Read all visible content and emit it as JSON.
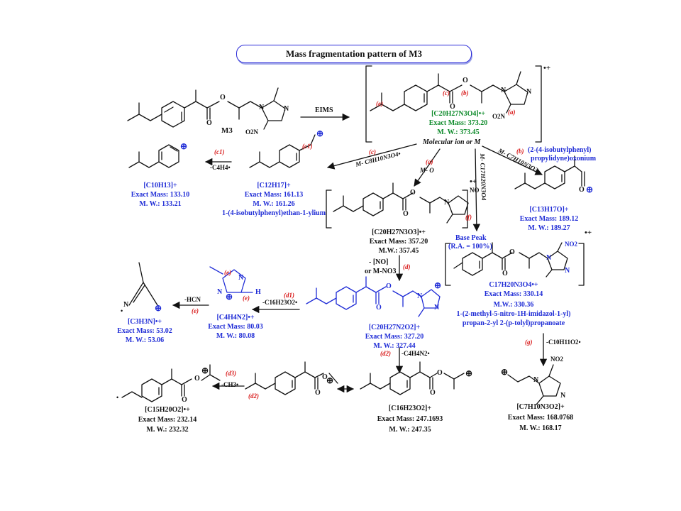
{
  "title": "Mass fragmentation pattern of M3",
  "parent": {
    "label": "M3",
    "method": "EIMS"
  },
  "molecular_ion": {
    "formula": "[C20H27N3O4]•+",
    "exact_mass": "Exact Mass: 373.20",
    "mw": "M. W.: 373.45",
    "caption": "Molecular ion or M",
    "charge": "•+",
    "sites": [
      "(e)",
      "(c)",
      "(b)",
      "(a)",
      "(c)"
    ]
  },
  "losses": {
    "c": "M- C8H10N3O4•",
    "a": "M- O",
    "f": "M- C17H20N3O4",
    "b": "M- C7H10N3O3"
  },
  "frag_c1": {
    "formula": "[C12H17]+",
    "exact_mass": "Exact Mass: 161.13",
    "mw": "M. W.: 161.26",
    "name": "1-(4-isobutylphenyl)ethan-1-ylium",
    "site": "(c1)"
  },
  "step_c1": {
    "site": "(c1)",
    "loss": "-C4H4•"
  },
  "frag_c10": {
    "formula": "[C10H13]+",
    "exact_mass": "Exact Mass: 133.10",
    "mw": "M. W.: 133.21"
  },
  "frag_b": {
    "name1": "(2-(4-isobutylphenyl)",
    "name2": "propylidyne)oxonium",
    "formula": "[C13H17O]+",
    "exact_mass": "Exact Mass: 189.12",
    "mw": "M. W.: 189.27"
  },
  "frag_a": {
    "formula": "[C20H27N3O3]•+",
    "exact_mass": "Exact Mass: 357.20",
    "mw": "M.W.: 357.45",
    "charge": "•+",
    "no_group": "NO"
  },
  "base_peak": {
    "label": "Base Peak",
    "ra": "(R.A. = 100%)",
    "formula": "C17H20N3O4•+",
    "exact_mass": "Exact Mass: 330.14",
    "mw": "M.W.: 330.36",
    "name1": "1-(2-methyl-5-nitro-1H-imidazol-1-yl)",
    "name2": "propan-2-yl 2-(p-tolyl)propanoate",
    "charge": "•+",
    "nitro": "NO2"
  },
  "step_d": {
    "loss1": "- [NO]",
    "loss2": "or M-NO3",
    "site": "(d)"
  },
  "frag_d": {
    "formula": "[C20H27N2O2]+",
    "exact_mass": "Exact Mass: 327.20",
    "mw": "M. W.: 327.44"
  },
  "step_d1": {
    "site": "(d1)",
    "loss": "-C16H23O2•"
  },
  "frag_d1": {
    "formula": "[C4H4N2]•+",
    "exact_mass": "Exact Mass: 80.03",
    "mw": "M. W.: 80.08",
    "sites": [
      "(e)",
      "(e)"
    ]
  },
  "step_e": {
    "loss": "-HCN",
    "site": "(e)"
  },
  "frag_e": {
    "formula": "[C3H3N]•+",
    "exact_mass": "Exact Mass: 53.02",
    "mw": "M. W.: 53.06"
  },
  "step_d2": {
    "site": "(d2)",
    "loss": "-C4H4N2•"
  },
  "frag_d2": {
    "formula": "[C16H23O2]+",
    "exact_mass": "Exact Mass: 247.1693",
    "mw": "M. W.: 247.35",
    "site": "(d2)"
  },
  "step_d3": {
    "site": "(d3)",
    "loss": "-CH3•"
  },
  "frag_d3": {
    "formula": "[C15H20O2]•+",
    "exact_mass": "Exact Mass: 232.14",
    "mw": "M. W.: 232.32"
  },
  "step_g": {
    "site": "(g)",
    "loss": "-C10H11O2•"
  },
  "frag_g": {
    "formula": "[C7H10N3O2]+",
    "exact_mass": "Exact Mass: 168.0768",
    "mw": "M. W.: 168.17",
    "nitro": "NO2"
  },
  "atoms": {
    "O": "O",
    "N": "N",
    "H": "H",
    "O2N": "O2N",
    "plus": "⊕",
    "dot": "•"
  },
  "colors": {
    "blue": "#1f2cd6",
    "green": "#0d8a2a",
    "red": "#d81818",
    "black": "#111111"
  }
}
